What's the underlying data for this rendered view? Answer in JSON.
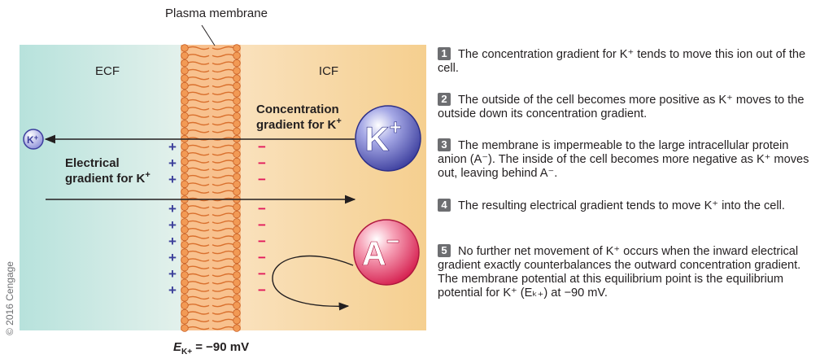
{
  "labels": {
    "membrane": "Plasma membrane",
    "ecf": "ECF",
    "icf": "ICF",
    "conc_line1": "Concentration",
    "conc_line2": "gradient for K",
    "elec_line1": "Electrical",
    "elec_line2": "gradient for K",
    "plus_superscript": "+",
    "k_ion": "K",
    "a_ion": "A",
    "minus_superscript": "−",
    "equilibrium": "E",
    "equilibrium_sub": "K+",
    "equilibrium_value": " = −90 mV"
  },
  "charge_signs": {
    "outside": "+",
    "inside": "−"
  },
  "legend": [
    {
      "num": "1",
      "text": "The concentration gradient for K⁺ tends to move this ion out of the cell."
    },
    {
      "num": "2",
      "text": "The outside of the cell becomes more positive as K⁺ moves to the outside down its concentration gradient."
    },
    {
      "num": "3",
      "text": "The membrane is impermeable to the large intracellular protein anion (A⁻). The inside of the cell becomes more negative as K⁺ moves out, leaving behind A⁻."
    },
    {
      "num": "4",
      "text": "The resulting electrical gradient tends to move K⁺ into the cell."
    },
    {
      "num": "5",
      "text": "No further net movement of K⁺ occurs when the inward electrical gradient exactly counterbalances the outward concentration gradient. The membrane potential at this equilibrium point is the equilibrium potential for K⁺ (Eₖ₊) at −90 mV."
    }
  ],
  "copyright": "© 2016 Cengage",
  "colors": {
    "ecf": "#cfe8e3",
    "icf": "#f7d7a6",
    "membrane": "#f29a55",
    "plus": "#3b3f9a",
    "minus": "#e2185b",
    "k_ion": "#4a4fb3",
    "a_ion": "#e43d6a"
  }
}
